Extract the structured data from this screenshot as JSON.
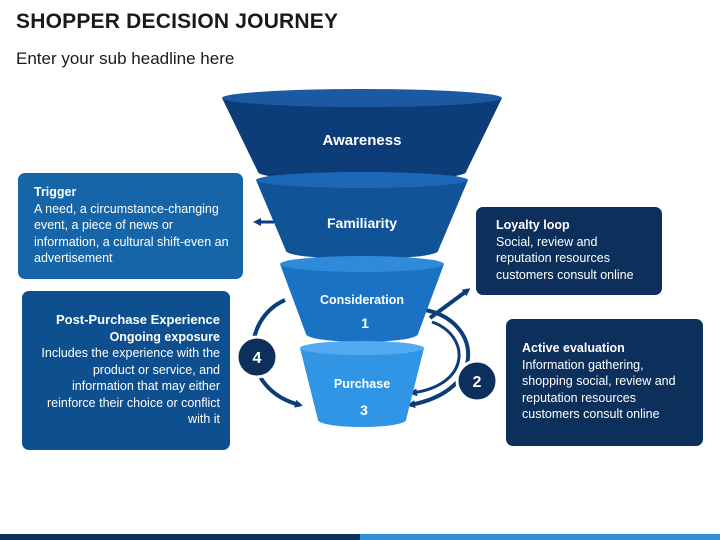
{
  "header": {
    "title": "SHOPPER DECISION JOURNEY",
    "subtitle": "Enter your sub headline here"
  },
  "funnel": {
    "stages": [
      {
        "label": "Awareness",
        "number": "",
        "color": "#0d3d78"
      },
      {
        "label": "Familiarity",
        "number": "",
        "color": "#105396"
      },
      {
        "label": "Consideration",
        "number": "1",
        "color": "#1a72c4"
      },
      {
        "label": "Purchase",
        "number": "3",
        "color": "#3195e6"
      }
    ]
  },
  "loop_markers": {
    "left": "4",
    "right": "2"
  },
  "boxes": {
    "trigger": {
      "title": "Trigger",
      "text": "A need, a circumstance-changing event, a piece of news or information, a cultural shift-even an advertisement"
    },
    "loyalty": {
      "title": "Loyalty loop",
      "text": "Social, review and reputation resources customers consult online"
    },
    "active": {
      "title": "Active evaluation",
      "text": "Information gathering, shopping social, review and reputation resources customers consult online"
    },
    "post": {
      "title": "Post-Purchase Experience",
      "subtitle": "Ongoing exposure",
      "text": "Includes the experience with the product or service, and information that may either reinforce their choice or conflict with it"
    }
  },
  "colors": {
    "dark_navy": "#0d2f5c",
    "mid_blue": "#1565a8",
    "accent_blue": "#2f8fd8"
  }
}
